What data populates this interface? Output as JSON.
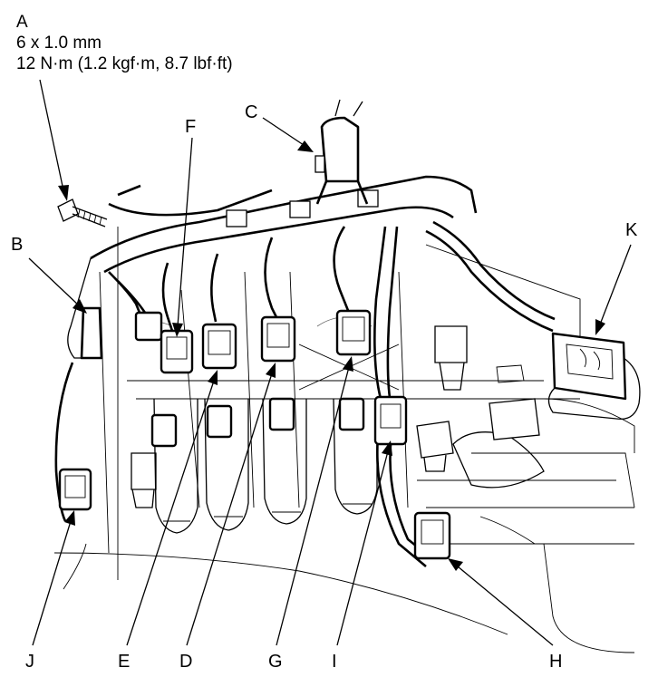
{
  "fastener": {
    "label": "A",
    "size": "6 x 1.0 mm",
    "torque": "12 N·m (1.2 kgf·m, 8.7 lbf·ft)"
  },
  "callouts": {
    "B": "B",
    "C": "C",
    "D": "D",
    "E": "E",
    "F": "F",
    "G": "G",
    "H": "H",
    "I": "I",
    "J": "J",
    "K": "K"
  }
}
